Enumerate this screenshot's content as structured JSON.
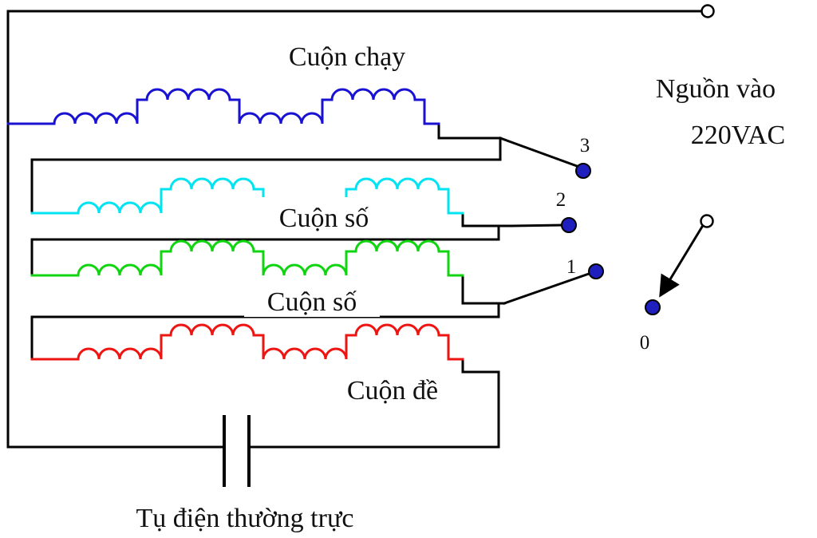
{
  "diagram": {
    "coils": {
      "run": {
        "label": "Cuộn chạy",
        "color": "#1a12d2"
      },
      "speed_upper": {
        "label": "Cuộn số",
        "color": "#00e4f2"
      },
      "speed_lower": {
        "label": "Cuộn số",
        "color": "#11d411"
      },
      "start": {
        "label": "Cuộn đề",
        "color": "#ee1411"
      }
    },
    "source": {
      "line1": "Nguồn vào",
      "line2": "220VAC"
    },
    "capacitor_label": "Tụ điện thường trực",
    "switch": {
      "taps": [
        {
          "label": "3"
        },
        {
          "label": "2"
        },
        {
          "label": "1"
        },
        {
          "label": "0"
        }
      ],
      "terminal_color": "#1f1fbe"
    },
    "wire_color": "#000000"
  }
}
